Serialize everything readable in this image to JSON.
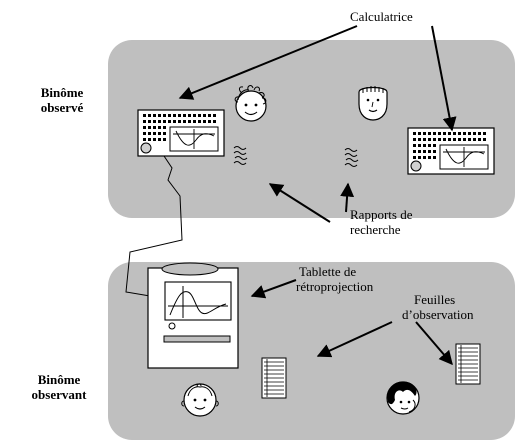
{
  "labels": {
    "calculatrice": "Calculatrice",
    "binome_observe_line1": "Binôme",
    "binome_observe_line2": "observé",
    "binome_observant_line1": "Binôme",
    "binome_observant_line2": "observant",
    "rapports_line1": "Rapports de",
    "rapports_line2": "recherche",
    "tablette_line1": "Tablette de",
    "tablette_line2": "rétroprojection",
    "feuilles_line1": "Feuilles",
    "feuilles_line2": "d’observation"
  },
  "colors": {
    "panel_fill": "#bfbfbf",
    "ink": "#000000",
    "paper": "#ffffff"
  },
  "icons": [
    "calculator-icon",
    "face-icon",
    "research-report-icon",
    "projection-tablet-icon",
    "observation-sheet-icon"
  ]
}
